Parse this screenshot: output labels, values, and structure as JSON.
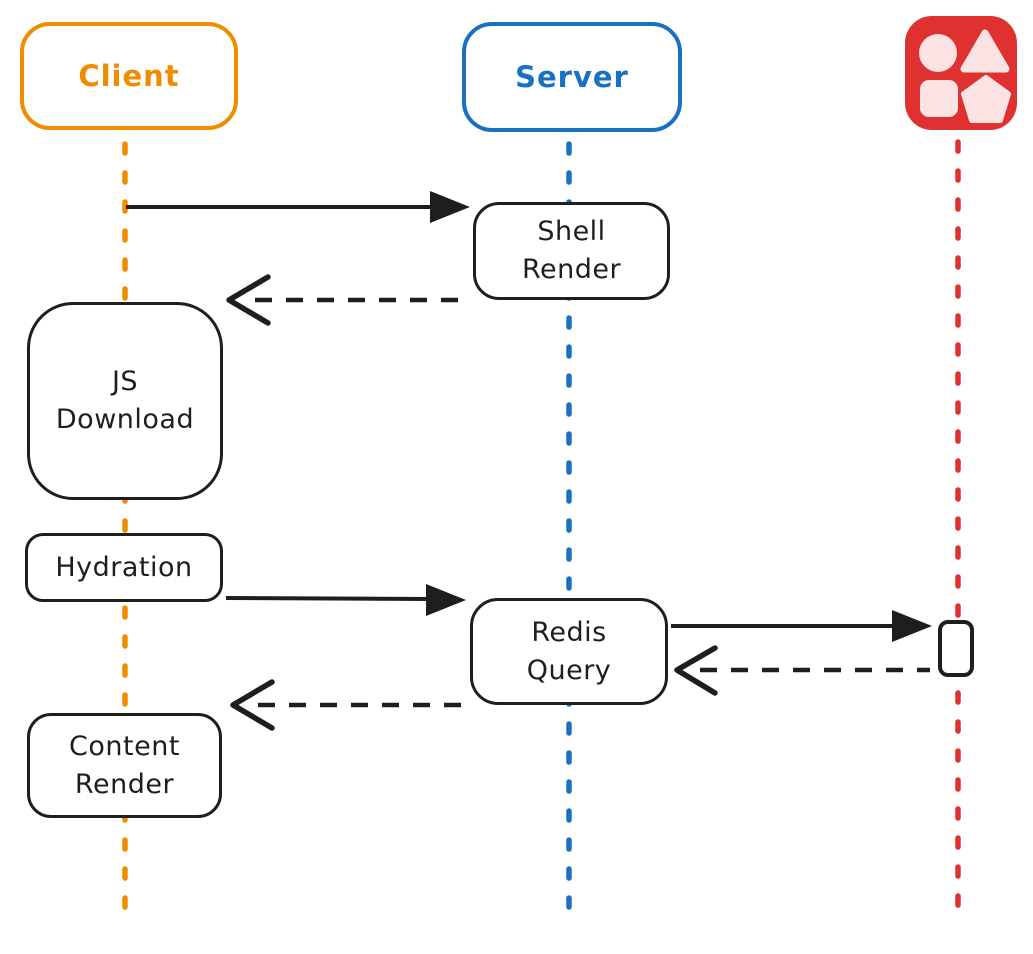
{
  "diagram": {
    "type": "sequence-diagram",
    "actors": {
      "client": {
        "label": "Client",
        "color": "#f08c00"
      },
      "server": {
        "label": "Server",
        "color": "#1971c2"
      },
      "datastore": {
        "icon": "shapes-icon",
        "color": "#e03131",
        "icon_shape_fill": "#fbe3e3"
      }
    },
    "nodes": {
      "shell_render": {
        "label": "Shell\nRender"
      },
      "js_download": {
        "label": "JS\nDownload"
      },
      "hydration": {
        "label": "Hydration"
      },
      "redis_query": {
        "label": "Redis\nQuery"
      },
      "content_render": {
        "label": "Content\nRender"
      }
    },
    "arrows": {
      "client_to_shell": {
        "style": "solid",
        "from": "client",
        "to": "shell_render"
      },
      "shell_to_client": {
        "style": "dashed",
        "from": "shell_render",
        "to": "client"
      },
      "hydration_to_redis": {
        "style": "solid",
        "from": "hydration",
        "to": "redis_query"
      },
      "redis_to_datastore": {
        "style": "solid",
        "from": "redis_query",
        "to": "datastore"
      },
      "datastore_to_redis": {
        "style": "dashed",
        "from": "datastore",
        "to": "redis_query"
      },
      "redis_to_content": {
        "style": "dashed",
        "from": "redis_query",
        "to": "client"
      }
    },
    "colors": {
      "stroke": "#1e1e1e",
      "background": "#ffffff",
      "client": "#f08c00",
      "server": "#1971c2",
      "datastore": "#e03131"
    }
  }
}
